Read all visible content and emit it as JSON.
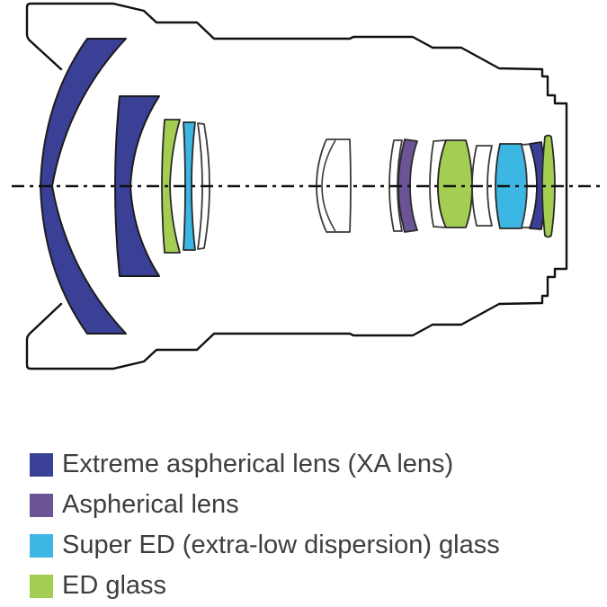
{
  "page": {
    "background_color": "#FFFFFF",
    "description": "Lens construction cross-section diagram with legend of special glass element types"
  },
  "colors": {
    "xa": "#3A4096",
    "aspherical": "#6A5496",
    "super_ed": "#3CB6E3",
    "ed": "#A4CE51",
    "plain_glass": "#FFFFFF",
    "barrel_outline": "#111111",
    "element_outline": "#222222",
    "axis": "#111111",
    "legend_text": "#3E3E40"
  },
  "diagram": {
    "name": "lens-construction-diagram",
    "axis_style": "dash-dot horizontal optical axis",
    "elements": [
      {
        "type": "xa",
        "label": "Extreme aspherical lens (XA lens)",
        "position": "front large meniscus"
      },
      {
        "type": "xa",
        "label": "Extreme aspherical lens (XA lens)",
        "position": "second meniscus"
      },
      {
        "type": "ed",
        "label": "ED glass",
        "position": "front group concave"
      },
      {
        "type": "super_ed",
        "label": "Super ED (extra-low dispersion) glass",
        "position": "front group concave"
      },
      {
        "type": "plain",
        "label": "glass",
        "position": "front group meniscus"
      },
      {
        "type": "plain",
        "label": "glass",
        "position": "middle doublet"
      },
      {
        "type": "plain",
        "label": "glass",
        "position": "thin meniscus before aspherical"
      },
      {
        "type": "aspherical",
        "label": "Aspherical lens",
        "position": "middle meniscus"
      },
      {
        "type": "plain",
        "label": "glass",
        "position": "meniscus cemented to middle ED"
      },
      {
        "type": "ed",
        "label": "ED glass",
        "position": "middle biconvex"
      },
      {
        "type": "plain",
        "label": "glass",
        "position": "rear thin meniscus"
      },
      {
        "type": "super_ed",
        "label": "Super ED (extra-low dispersion) glass",
        "position": "rear biconvex"
      },
      {
        "type": "plain",
        "label": "glass",
        "position": "rear meniscus"
      },
      {
        "type": "xa",
        "label": "Extreme aspherical lens (XA lens)",
        "position": "rear crescent"
      },
      {
        "type": "ed",
        "label": "ED glass",
        "position": "rear thin biconvex"
      }
    ]
  },
  "legend": {
    "items": [
      {
        "key": "xa",
        "label": "Extreme aspherical lens (XA lens)",
        "color": "#3A4096"
      },
      {
        "key": "aspherical",
        "label": "Aspherical lens",
        "color": "#6A5496"
      },
      {
        "key": "super_ed",
        "label": "Super ED (extra-low dispersion) glass",
        "color": "#3CB6E3"
      },
      {
        "key": "ed",
        "label": "ED glass",
        "color": "#A4CE51"
      }
    ]
  }
}
